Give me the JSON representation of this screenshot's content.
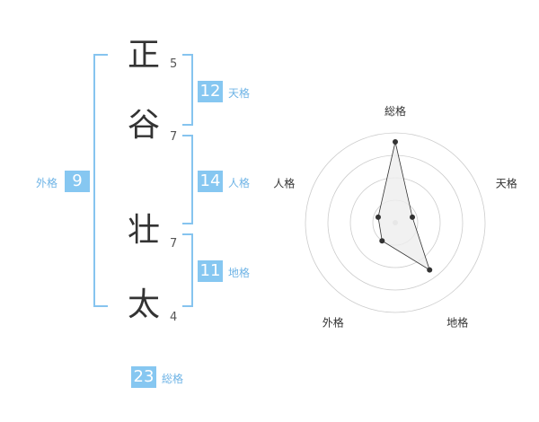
{
  "name": {
    "chars": [
      {
        "char": "正",
        "strokes": "5"
      },
      {
        "char": "谷",
        "strokes": "7"
      },
      {
        "char": "壮",
        "strokes": "7"
      },
      {
        "char": "太",
        "strokes": "4"
      }
    ]
  },
  "kaku": {
    "tenkaku": {
      "value": "12",
      "label": "天格"
    },
    "jinkaku": {
      "value": "14",
      "label": "人格"
    },
    "chikaku": {
      "value": "11",
      "label": "地格"
    },
    "gaikaku": {
      "value": "9",
      "label": "外格"
    },
    "soukaku": {
      "value": "23",
      "label": "総格"
    }
  },
  "chart_data": {
    "type": "radar",
    "axes": [
      "総格",
      "天格",
      "地格",
      "外格",
      "人格"
    ],
    "values": [
      0.9,
      0.2,
      0.65,
      0.25,
      0.2
    ],
    "max": 1,
    "rings": 4,
    "colors": {
      "fill": "#eeeeee",
      "stroke": "#333333",
      "grid": "#cccccc",
      "point": "#333333"
    }
  }
}
